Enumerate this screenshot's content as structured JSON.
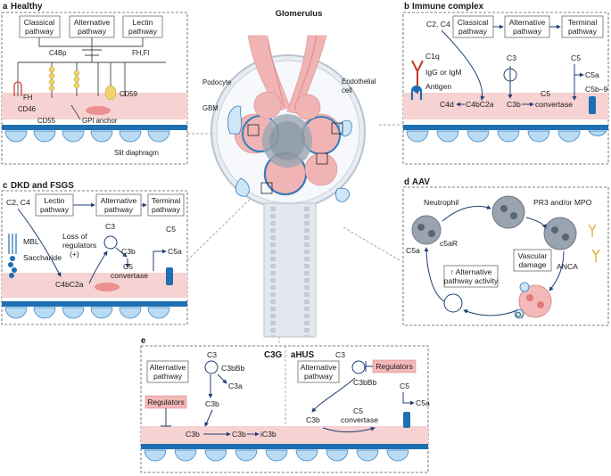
{
  "colors": {
    "membrane": "#1e6fb3",
    "podocyte": "#cfe6f7",
    "endothelium": "#f6d2d2",
    "arrow": "#1f3f73",
    "regulator_box": "#f3b8b8"
  },
  "center": {
    "title": "Glomerulus",
    "podocyte": "Podocyte",
    "gbm": "GBM",
    "endothelial_line1": "Endothelial",
    "endothelial_line2": "cell"
  },
  "panel_a": {
    "letter": "a",
    "title": "Healthy",
    "classical_line1": "Classical",
    "classical_line2": "pathway",
    "alternative_line1": "Alternative",
    "alternative_line2": "pathway",
    "lectin_line1": "Lectin",
    "lectin_line2": "pathway",
    "c4bp": "C4Bp",
    "fhfi": "FH,FI",
    "fh": "FH",
    "cd46": "CD46",
    "cd59": "CD59",
    "cd55": "CD55",
    "gpi": "GPI anchor",
    "slit": "Slit diaphragm"
  },
  "panel_b": {
    "letter": "b",
    "title": "Immune complex",
    "c2c4": "C2, C4",
    "classical_line1": "Classical",
    "classical_line2": "pathway",
    "alternative_line1": "Alternative",
    "alternative_line2": "pathway",
    "terminal_line1": "Terminal",
    "terminal_line2": "pathway",
    "c1q": "C1q",
    "igg": "IgG or IgM",
    "antigen": "Antigen",
    "c3": "C3",
    "c5": "C5",
    "c5a": "C5a",
    "c5b9": "C5b–9",
    "c4d": "C4d",
    "c4bc2a": "C4bC2a",
    "c3b": "C3b",
    "c5conv_line1": "C5",
    "c5conv_line2": "convertase"
  },
  "panel_c": {
    "letter": "c",
    "title": "DKD and FSGS",
    "c2c4": "C2, C4",
    "lectin_line1": "Lectin",
    "lectin_line2": "pathway",
    "alternative_line1": "Alternative",
    "alternative_line2": "pathway",
    "terminal_line1": "Terminal",
    "terminal_line2": "pathway",
    "mbl": "MBL",
    "saccharide": "Saccharide",
    "loss_line1": "Loss of",
    "loss_line2": "regulators",
    "loss_line3": "(+)",
    "c3": "C3",
    "c3b": "C3b",
    "c5": "C5",
    "c5a": "C5a",
    "c5conv_line1": "C5",
    "c5conv_line2": "convertase",
    "c4bc2a": "C4bC2a"
  },
  "panel_d": {
    "letter": "d",
    "title": "AAV",
    "neutrophil": "Neutrophil",
    "pr3": "PR3 and/or MPO",
    "c5a": "C5a",
    "c5ar": "c5aR",
    "vascular_line1": "Vascular",
    "vascular_line2": "damage",
    "alt_line1": "↑ Alternative",
    "alt_line2": "pathway activity",
    "anca": "ANCA",
    "o2": "O₂"
  },
  "panel_e": {
    "letter": "e",
    "c3g_title": "C3G",
    "ahus_title": "aHUS",
    "c3_left": "C3",
    "c3bbb_left": "C3bBb",
    "alternative_line1": "Alternative",
    "alternative_line2": "pathway",
    "c3a": "C3a",
    "c3b_mid": "C3b",
    "regulators_left": "Regulators",
    "c3b_low": "C3b",
    "c3b_low2": "C3b",
    "ic3b": "iC3b",
    "c3_right": "C3",
    "c3bbb_right": "C3bBb",
    "regulators_right": "Regulators",
    "alternative2_line1": "Alternative",
    "alternative2_line2": "pathway",
    "c5": "C5",
    "c5a": "C5a",
    "c3b_right": "C3b",
    "c5conv_line1": "C5",
    "c5conv_line2": "convertase"
  }
}
